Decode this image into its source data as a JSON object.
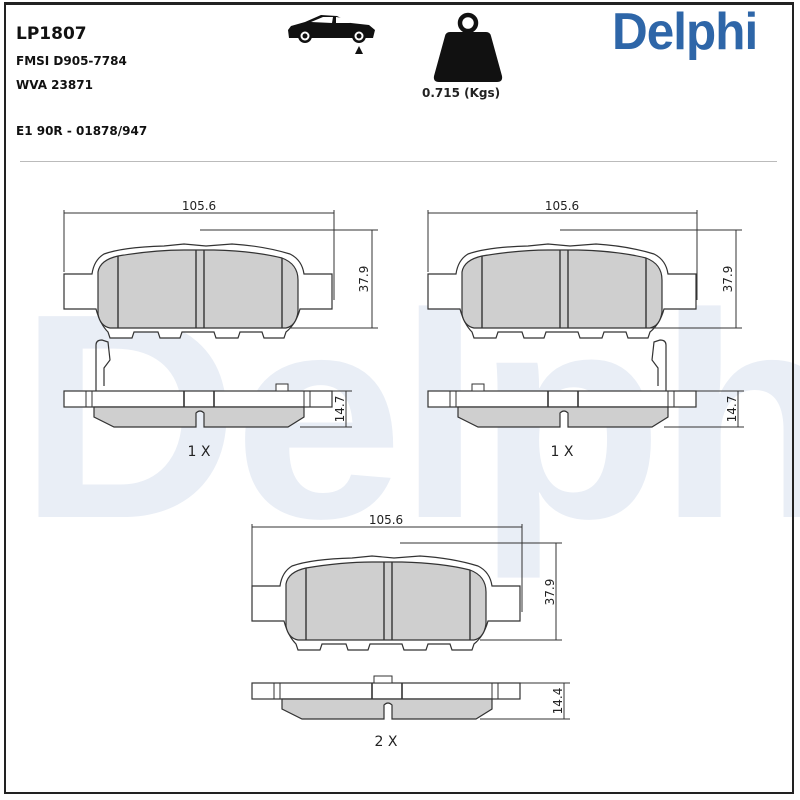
{
  "header": {
    "part_number": "LP1807",
    "fmsi": "FMSI D905-7784",
    "wva": "WVA 23871",
    "ece": "E1 90R - 01878/947",
    "brand": "Delphi",
    "brand_color": "#2e66a8",
    "axle_icon": "car-rear-axle-icon",
    "weight_icon": "weight-icon",
    "weight": "0.715 (Kgs)"
  },
  "watermark": "Delphi",
  "drawings": [
    {
      "id": "pad-left",
      "width": "105.6",
      "height": "37.9",
      "thickness": "14.7",
      "quantity": "1 X"
    },
    {
      "id": "pad-right",
      "width": "105.6",
      "height": "37.9",
      "thickness": "14.7",
      "quantity": "1 X"
    },
    {
      "id": "pad-bottom",
      "width": "105.6",
      "height": "37.9",
      "thickness": "14.4",
      "quantity": "2 X"
    }
  ]
}
